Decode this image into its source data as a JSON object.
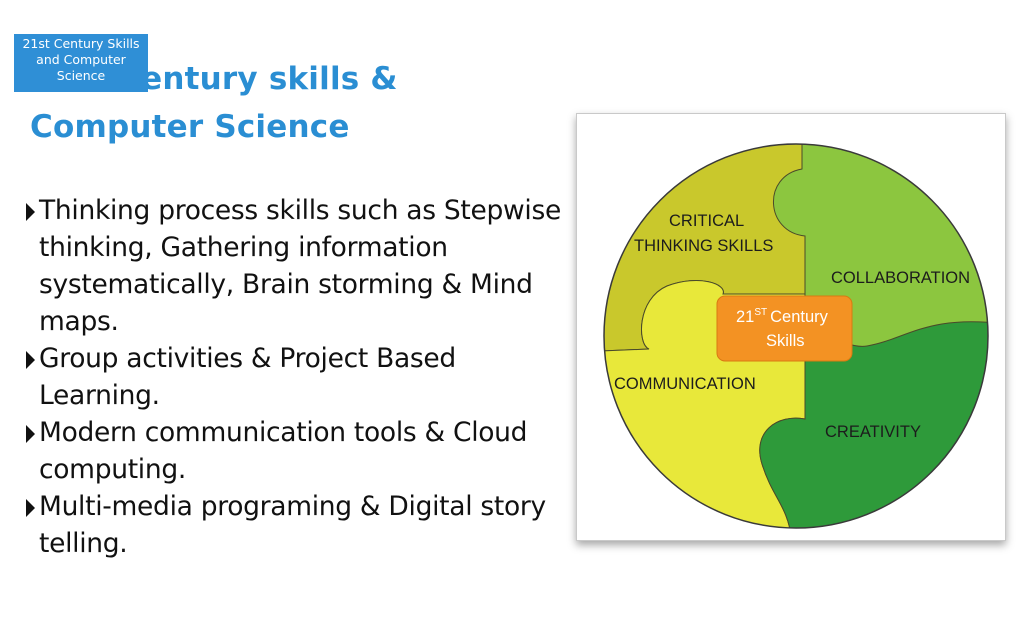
{
  "corner_tag": {
    "line1": "21st Century Skills",
    "line2": "and Computer",
    "line3": "Science"
  },
  "slide": {
    "title": "21st Century skills & Computer Science",
    "bullets": [
      "Thinking process skills such as Stepwise thinking, Gathering information systematically, Brain storming & Mind maps.",
      "Group activities & Project Based Learning.",
      "Modern communication tools & Cloud computing.",
      "Multi-media programing & Digital story telling."
    ]
  },
  "diagram": {
    "pieces": {
      "critical_line1": "CRITICAL",
      "critical_line2": "THINKING SKILLS",
      "collaboration": "COLLABORATION",
      "communication": "COMMUNICATION",
      "creativity": "CREATIVITY"
    },
    "center": {
      "number": "21",
      "superscript": "ST",
      "word": "Century",
      "line2": "Skills"
    },
    "colors": {
      "critical": "#c9c82c",
      "collaboration": "#8cc63f",
      "communication": "#e8e83a",
      "creativity": "#2e9a3a",
      "center": "#f39223"
    }
  }
}
